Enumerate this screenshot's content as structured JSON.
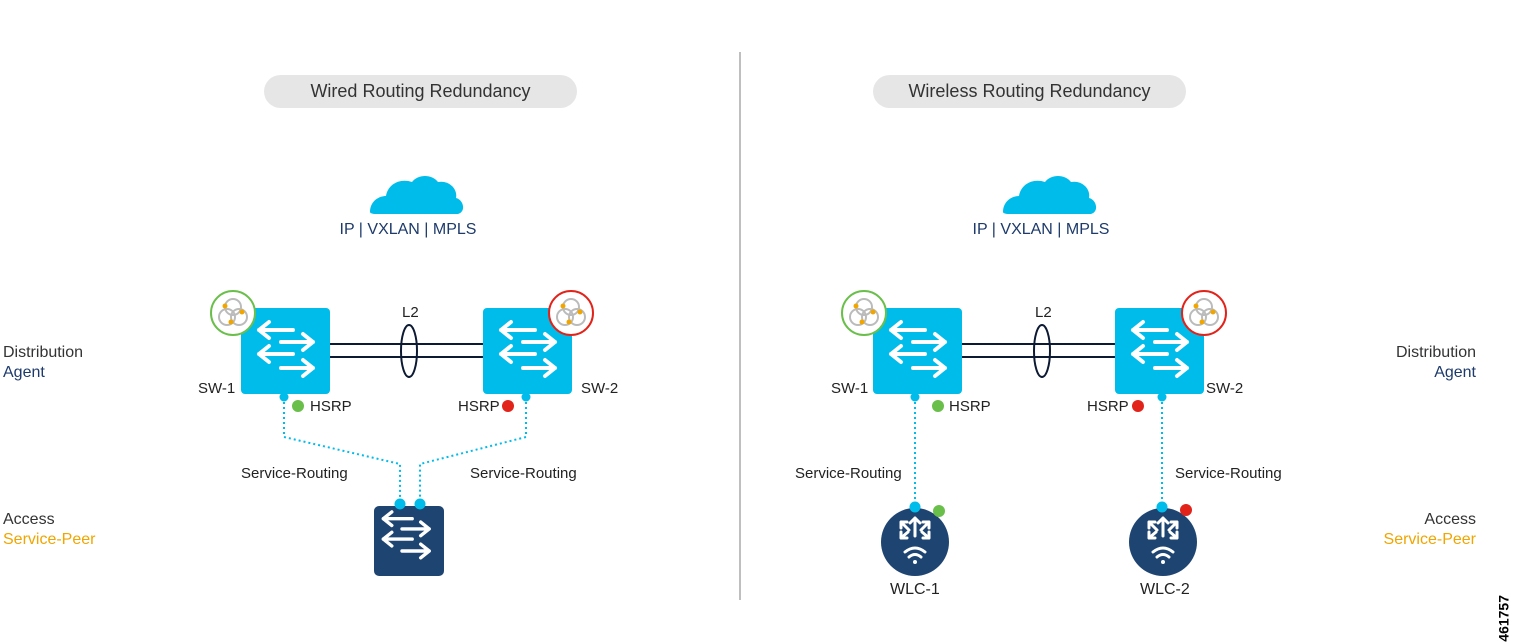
{
  "left": {
    "title": "Wired Routing Redundancy",
    "transport": "IP | VXLAN | MPLS",
    "link_label": "L2",
    "switch1": "SW-1",
    "switch2": "SW-2",
    "hsrp1": "HSRP",
    "hsrp2": "HSRP",
    "service1": "Service-Routing",
    "service2": "Service-Routing"
  },
  "right": {
    "title": "Wireless Routing Redundancy",
    "transport": "IP | VXLAN | MPLS",
    "link_label": "L2",
    "switch1": "SW-1",
    "switch2": "SW-2",
    "hsrp1": "HSRP",
    "hsrp2": "HSRP",
    "service1": "Service-Routing",
    "service2": "Service-Routing",
    "wlc1": "WLC-1",
    "wlc2": "WLC-2"
  },
  "roles": {
    "distribution": "Distribution",
    "agent": "Agent",
    "access": "Access",
    "service_peer": "Service-Peer"
  },
  "figure_number": "461757",
  "colors": {
    "switch": "#00bceb",
    "dark_device": "#1e4471",
    "active": "#6abf4b",
    "standby": "#e2231a",
    "pill": "#e6e6e6"
  }
}
